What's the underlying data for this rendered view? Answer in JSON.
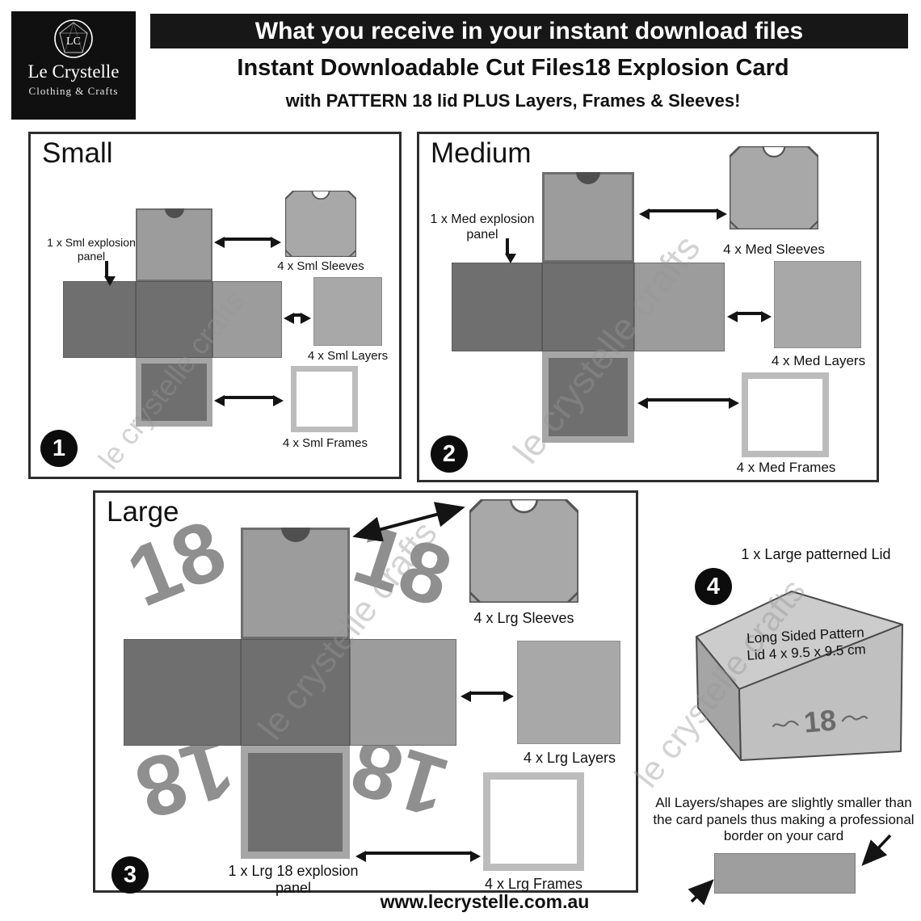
{
  "header": {
    "banner": "What you receive in your instant download files",
    "title": "Instant Downloadable Cut Files18 Explosion Card",
    "subtitle": "with PATTERN 18 lid PLUS Layers, Frames & Sleeves!"
  },
  "logo": {
    "monogram": "LC",
    "name": "Le Crystelle",
    "tagline": "Clothing & Crafts"
  },
  "watermark": "le crystelle crafts",
  "small": {
    "label": "Small",
    "badge": "1",
    "panel": "1 x Sml explosion panel",
    "sleeves": "4 x Sml Sleeves",
    "layers": "4 x Sml Layers",
    "frames": "4 x Sml Frames"
  },
  "medium": {
    "label": "Medium",
    "badge": "2",
    "panel": "1 x Med explosion panel",
    "sleeves": "4 x Med Sleeves",
    "layers": "4 x Med Layers",
    "frames": "4 x Med Frames"
  },
  "large": {
    "label": "Large",
    "badge": "3",
    "panel": "1 x Lrg 18 explosion panel",
    "sleeves": "4 x Lrg Sleeves",
    "layers": "4 x Lrg Layers",
    "frames": "4 x Lrg Frames",
    "decoration": "18"
  },
  "lid": {
    "badge": "4",
    "heading": "1 x Large patterned Lid",
    "box_line1": "Long Sided Pattern",
    "box_line2": "Lid 4 x 9.5 x 9.5 cm",
    "number": "18",
    "note": "All Layers/shapes are slightly smaller than the card panels thus making a professional border on your card"
  },
  "footer": {
    "website": "www.lecrystelle.com.au"
  },
  "colors": {
    "banner_bg": "#171717",
    "panel_dark": "#6f6f6f",
    "panel_mid": "#9c9c9c",
    "layer_gray": "#a8a8a8",
    "frame_border": "#bcbcbc",
    "watermark": "#bdbdbd"
  }
}
